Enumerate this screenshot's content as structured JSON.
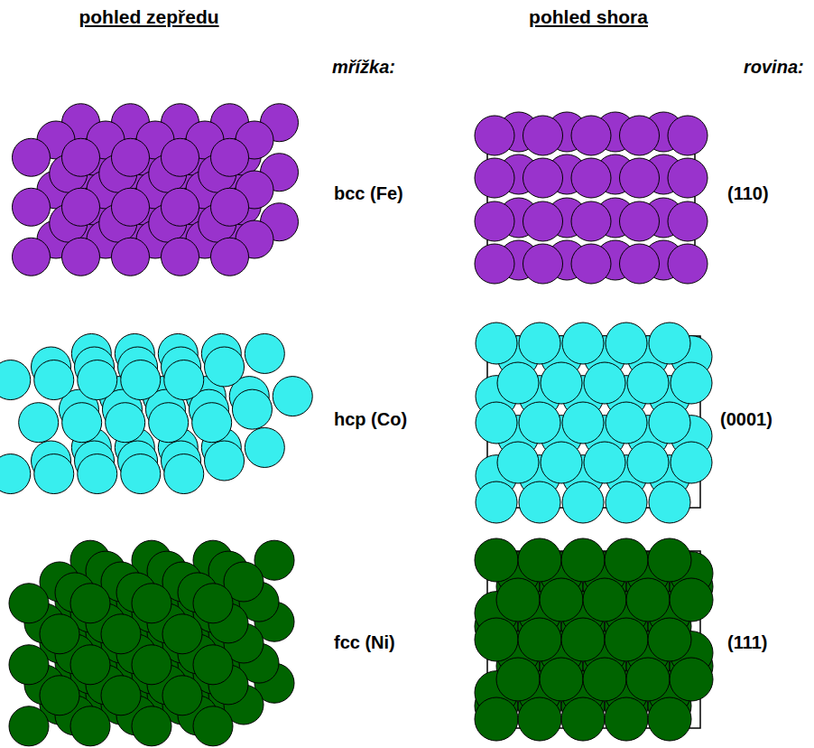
{
  "diagram": {
    "labels": [
      "pohled zepředu",
      "pohled shora",
      "mřížka:",
      "rovina:",
      "bcc (Fe)",
      "(110)",
      "hcp (Co)",
      "(0001)",
      "fcc (Ni)",
      "(111)"
    ]
  }
}
